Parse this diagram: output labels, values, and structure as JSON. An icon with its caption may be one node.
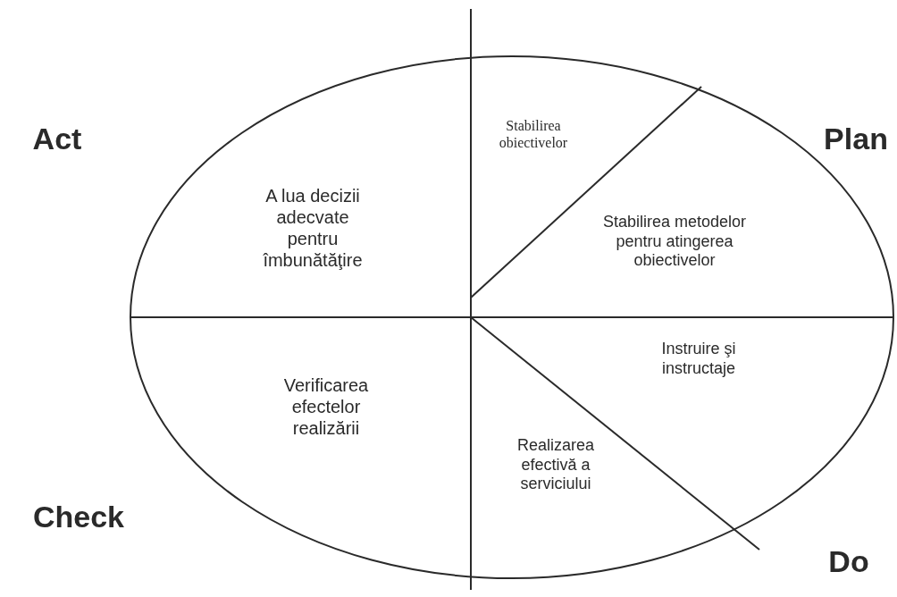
{
  "diagram": {
    "labels": [
      "Act",
      "Stabilirea obiectivelor",
      "Plan",
      "A lua decizii adecvate pentru îmbunătăţire",
      "Stabilirea metodelor pentru atingerea obiectivelor",
      "Instruire şi instructaje",
      "Verificarea efectelor realizării",
      "Realizarea efectivă a serviciului",
      "Check",
      "Do"
    ]
  }
}
